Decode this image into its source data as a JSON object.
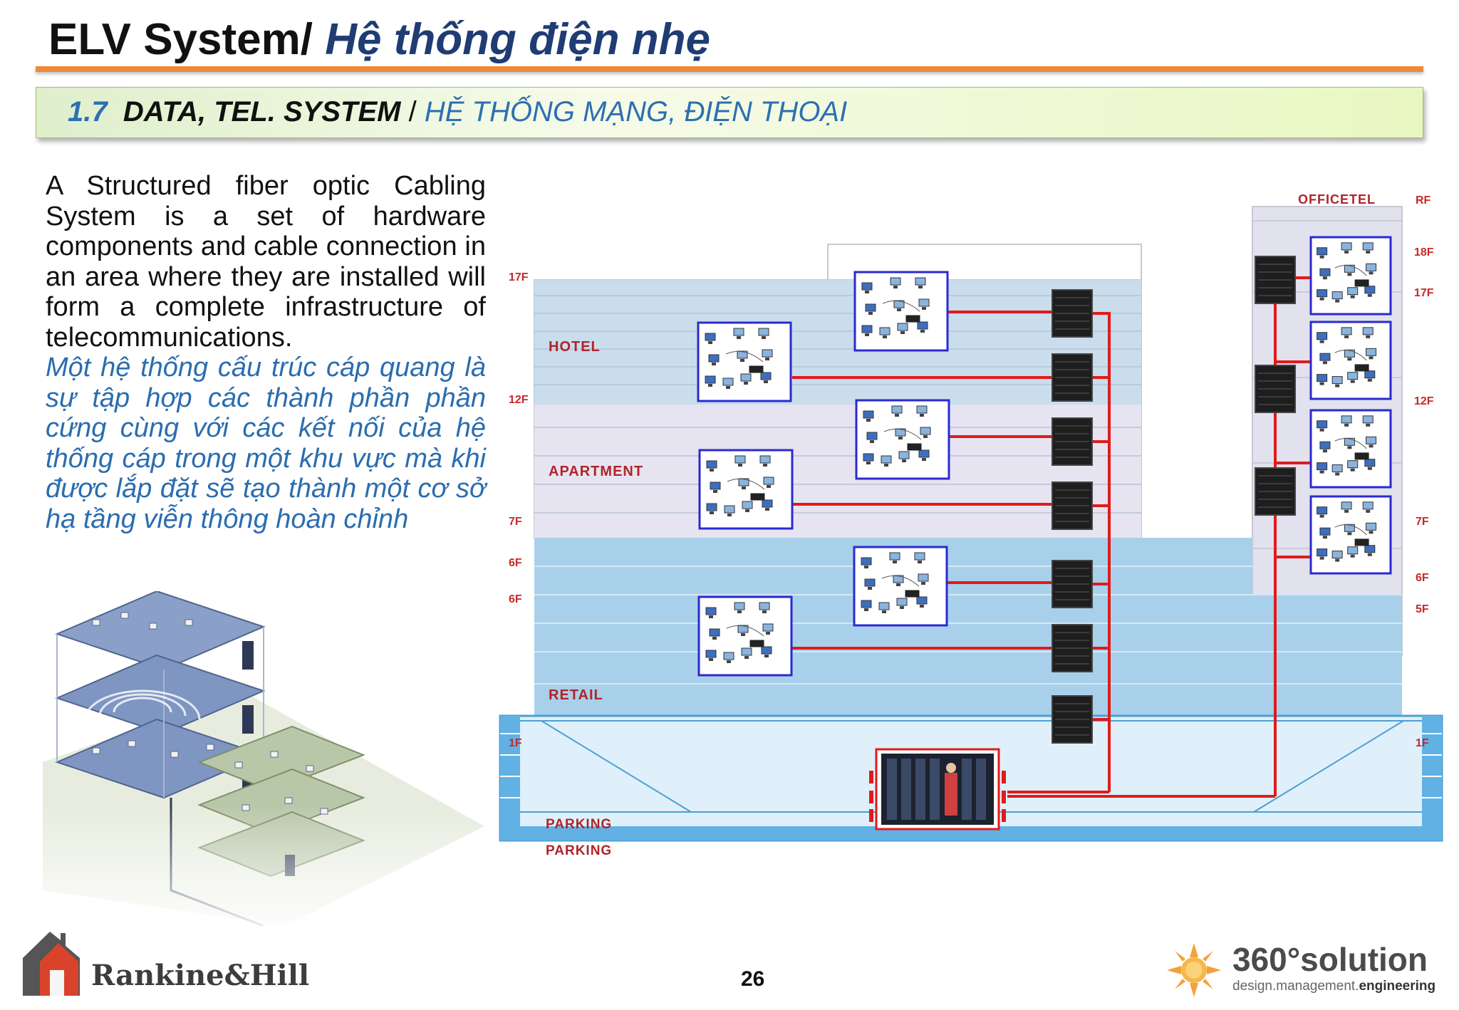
{
  "header": {
    "title_en": "ELV System/",
    "title_vn": "Hệ thống điện nhẹ"
  },
  "banner": {
    "number": "1.7",
    "title_en": "DATA, TEL. SYSTEM",
    "separator": "/",
    "title_vn": "HỆ THỐNG MẠNG, ĐIỆN THOẠI"
  },
  "body": {
    "text_en": "A Structured fiber optic Cabling System is a set of hardware components and cable connection in an area where they are installed will form a complete infrastructure of telecommunications.",
    "text_vn": "Một hệ thống cấu trúc cáp quang là sự tập hợp các thành phần phần cứng cùng với các kết nối của hệ thống cáp trong một khu vực mà khi được lắp đặt sẽ tạo thành một cơ sở hạ tầng viễn thông hoàn chỉnh"
  },
  "diagram": {
    "zones": {
      "officetel": "OFFICETEL",
      "hotel": "HOTEL",
      "apartment": "APARTMENT",
      "retail": "RETAIL",
      "parking1": "PARKING",
      "parking2": "PARKING"
    },
    "left_floors": {
      "f17": "17F",
      "f12": "12F",
      "f7": "7F",
      "f6a": "6F",
      "f6b": "6F",
      "f1": "1F"
    },
    "right_floors": {
      "rf": "RF",
      "f18": "18F",
      "f17": "17F",
      "f12": "12F",
      "f7": "7F",
      "f6": "6F",
      "f5": "5F",
      "f1": "1F"
    }
  },
  "colors": {
    "title_blue": "#1f3c73",
    "accent_orange": "#ef8a3a",
    "banner_green": "#e9f7c2",
    "cable_red": "#e01b1b",
    "box_blue": "#2a2ad0"
  },
  "footer": {
    "page_number": "26",
    "logo_left": "Rankine&Hill",
    "logo_right": "360°solution",
    "logo_right_sub_a": "design.management.",
    "logo_right_sub_b": "engineering"
  }
}
